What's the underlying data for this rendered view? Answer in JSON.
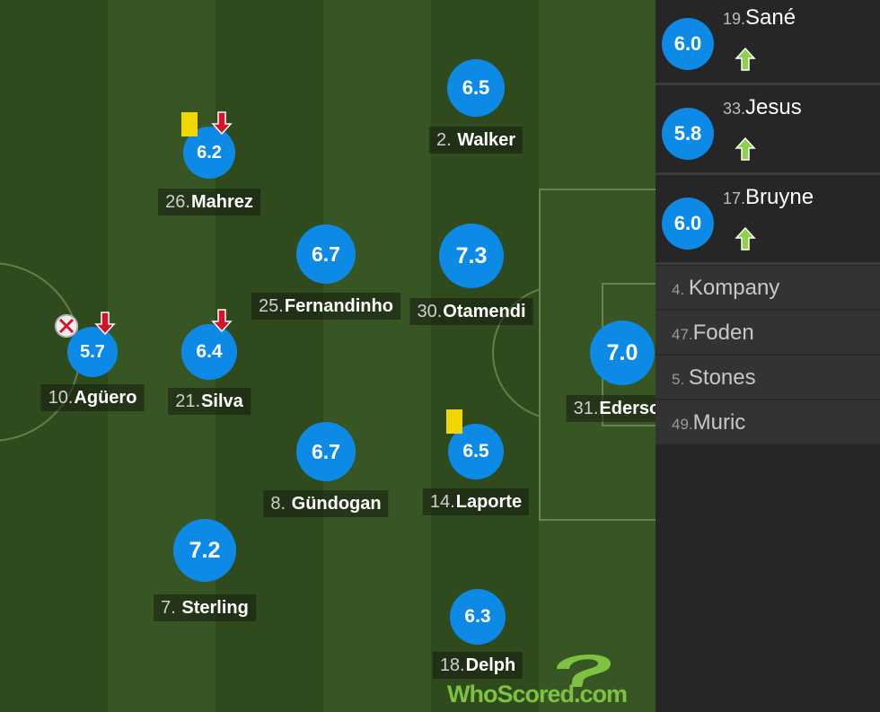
{
  "colors": {
    "rating_blue": "#0d8ae6",
    "pitch_dark": "#2f4a1d",
    "pitch_light": "#385524",
    "card_yellow": "#f2d600",
    "arrow_red": "#d8112b",
    "arrow_green": "#8fd04a",
    "panel_bg": "#262626",
    "bench_bg": "#333333"
  },
  "players": [
    {
      "num": "10.",
      "name": "Agüero",
      "rating": "5.7",
      "events": [
        "ball-icon",
        "sub-off-arrow-icon"
      ]
    },
    {
      "num": "26.",
      "name": "Mahrez",
      "rating": "6.2",
      "events": [
        "yellow-card-icon",
        "sub-off-arrow-icon"
      ]
    },
    {
      "num": "21.",
      "name": "Silva",
      "rating": "6.4",
      "events": [
        "sub-off-arrow-icon"
      ]
    },
    {
      "num": "25.",
      "name": "Fernandinho",
      "rating": "6.7",
      "events": []
    },
    {
      "num": "8. ",
      "name": "Gündogan",
      "rating": "6.7",
      "events": []
    },
    {
      "num": "7. ",
      "name": "Sterling",
      "rating": "7.2",
      "events": []
    },
    {
      "num": "2. ",
      "name": "Walker",
      "rating": "6.5",
      "events": []
    },
    {
      "num": "30.",
      "name": "Otamendi",
      "rating": "7.3",
      "events": []
    },
    {
      "num": "14.",
      "name": "Laporte",
      "rating": "6.5",
      "events": [
        "yellow-card-icon"
      ]
    },
    {
      "num": "18.",
      "name": "Delph",
      "rating": "6.3",
      "events": []
    },
    {
      "num": "31.",
      "name": "Ederson",
      "rating": "7.0",
      "events": []
    }
  ],
  "substitutes_used": [
    {
      "num": "19.",
      "name": "Sané",
      "rating": "6.0",
      "icon": "sub-on-arrow-icon"
    },
    {
      "num": "33.",
      "name": "Jesus",
      "rating": "5.8",
      "icon": "sub-on-arrow-icon"
    },
    {
      "num": "17.",
      "name": "Bruyne",
      "rating": "6.0",
      "icon": "sub-on-arrow-icon"
    }
  ],
  "bench": [
    {
      "num": "4. ",
      "name": "Kompany"
    },
    {
      "num": "47.",
      "name": "Foden"
    },
    {
      "num": "5. ",
      "name": "Stones"
    },
    {
      "num": "49.",
      "name": "Muric"
    }
  ],
  "logo": {
    "text": "WhoScored",
    "suffix": ".com",
    "icon": "question-mark-icon"
  }
}
